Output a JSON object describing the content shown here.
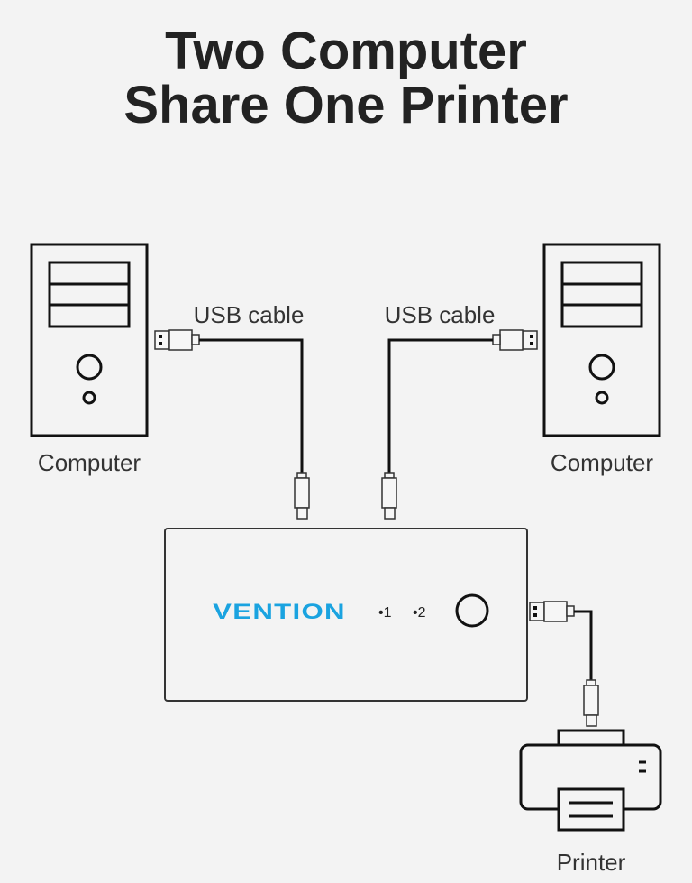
{
  "title": {
    "line1": "Two Computer",
    "line2": "Share One Printer"
  },
  "labels": {
    "cable_left": "USB cable",
    "cable_right": "USB cable",
    "computer_left": "Computer",
    "computer_right": "Computer",
    "printer": "Printer"
  },
  "switch": {
    "brand": "VENTION",
    "port1": "•1",
    "port2": "•2"
  },
  "colors": {
    "brand": "#1aa3e0",
    "stroke": "#111111",
    "background": "#f3f3f3"
  }
}
